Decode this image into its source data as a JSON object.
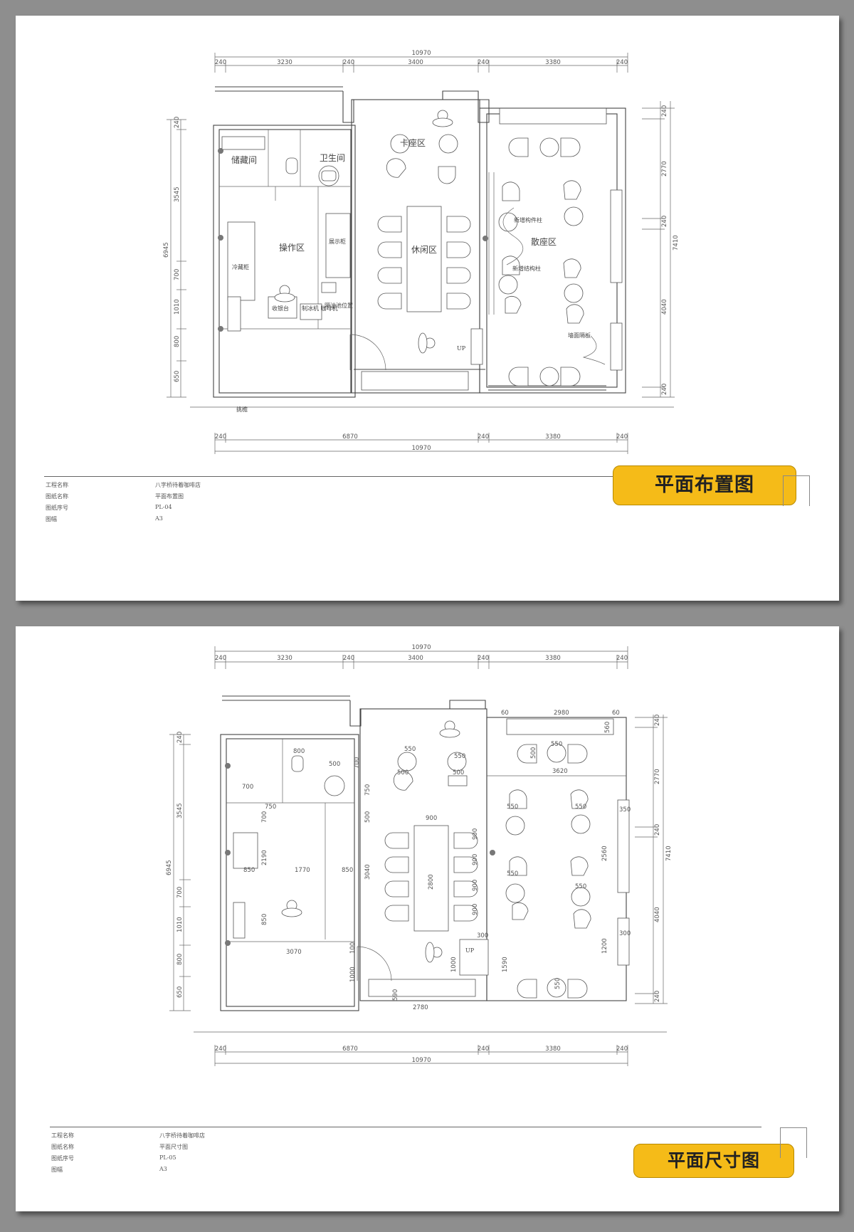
{
  "sheets": [
    {
      "title_badge": "平面布置图",
      "dims": {
        "top_total": "10970",
        "top_segments": [
          "240",
          "3230",
          "240",
          "3400",
          "240",
          "3380",
          "240"
        ],
        "bottom_total": "10970",
        "bottom_segments": [
          "240",
          "6870",
          "240",
          "3380",
          "240"
        ],
        "left_total": "6945",
        "left_segments": [
          "240",
          "3545",
          "700",
          "1010",
          "800",
          "650"
        ],
        "right_total": "7410",
        "right_segments": [
          "240",
          "2770",
          "240",
          "4040",
          "240"
        ]
      },
      "rooms": {
        "storage": "储藏间",
        "toilet": "卫生间",
        "work": "操作区",
        "booth": "卡座区",
        "lounge": "休闲区",
        "scatter": "散座区"
      },
      "notes": {
        "struct1": "新增构件柱",
        "struct2": "新增结构柱",
        "wall_panel": "墙面隔板",
        "fridge": "冷藏柜",
        "cashier": "收银台",
        "ice_coffee": "制冰机 咖啡机",
        "sink": "隔油池位置",
        "display": "展示柜",
        "up": "UP",
        "canopy": "挑檐"
      },
      "title_block": {
        "labels": [
          "工程名称",
          "图纸名称",
          "图纸序号",
          "图幅"
        ],
        "values": [
          "八字桥待着咖啡店",
          "平面布置图",
          "PL-04",
          "A3"
        ]
      }
    },
    {
      "title_badge": "平面尺寸图",
      "dims": {
        "top_total": "10970",
        "top_segments": [
          "240",
          "3230",
          "240",
          "3400",
          "240",
          "3380",
          "240"
        ],
        "bottom_total": "10970",
        "bottom_segments": [
          "240",
          "6870",
          "240",
          "3380",
          "240"
        ],
        "left_total": "6945",
        "left_segments": [
          "240",
          "3545",
          "700",
          "1010",
          "800",
          "650"
        ],
        "right_total": "7410",
        "right_segments": [
          "240",
          "2770",
          "240",
          "4040",
          "240"
        ]
      },
      "inner_dims": [
        "550",
        "550",
        "500",
        "500",
        "800",
        "500",
        "700",
        "750",
        "700",
        "750",
        "700",
        "500",
        "850",
        "1770",
        "850",
        "2190",
        "3040",
        "900",
        "2800",
        "900",
        "900",
        "900",
        "900",
        "850",
        "3070",
        "100",
        "1000",
        "300",
        "1000",
        "1590",
        "590",
        "2780",
        "60",
        "2980",
        "60",
        "560",
        "500",
        "550",
        "3620",
        "550",
        "550",
        "350",
        "2560",
        "550",
        "550",
        "1200",
        "300",
        "550"
      ],
      "notes": {
        "up": "UP"
      },
      "title_block": {
        "labels": [
          "工程名称",
          "图纸名称",
          "图纸序号",
          "图幅"
        ],
        "values": [
          "八字桥待着咖啡店",
          "平面尺寸图",
          "PL-05",
          "A3"
        ]
      }
    }
  ]
}
